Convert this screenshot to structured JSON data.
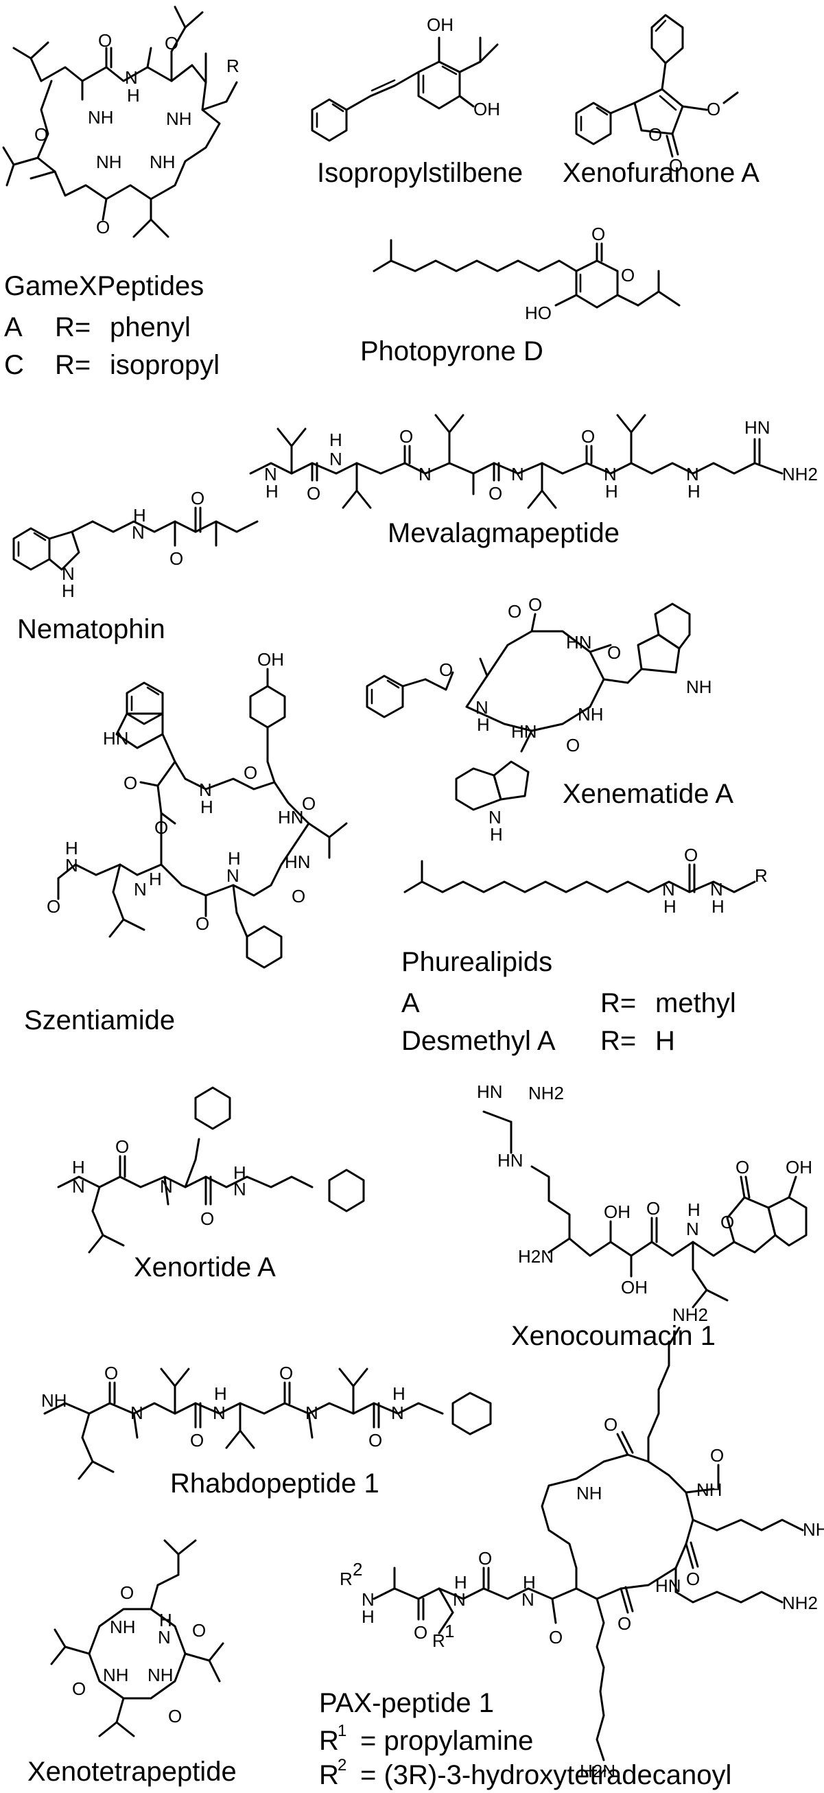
{
  "compounds": {
    "gamexpeptides": {
      "name": "GameXPeptides",
      "variants": [
        {
          "letter": "A",
          "r_label": "R=",
          "r_value": "phenyl"
        },
        {
          "letter": "C",
          "r_label": "R=",
          "r_value": "isopropyl"
        }
      ]
    },
    "isopropylstilbene": {
      "name": "Isopropylstilbene"
    },
    "xenofuranone": {
      "name": "Xenofuranone A"
    },
    "photopyrone": {
      "name": "Photopyrone D"
    },
    "mevalagmapeptide": {
      "name": "Mevalagmapeptide"
    },
    "nematophin": {
      "name": "Nematophin"
    },
    "xenematide": {
      "name": "Xenematide A"
    },
    "szentiamide": {
      "name": "Szentiamide"
    },
    "phurealipids": {
      "name": "Phurealipids",
      "variants": [
        {
          "letter": "A",
          "r_label": "R=",
          "r_value": "methyl"
        },
        {
          "letter": "Desmethyl A",
          "r_label": "R=",
          "r_value": "H"
        }
      ]
    },
    "xenortide": {
      "name": "Xenortide A"
    },
    "xenocoumacin": {
      "name": "Xenocoumacin 1"
    },
    "rhabdopeptide": {
      "name": "Rhabdopeptide 1"
    },
    "xenotetrapeptide": {
      "name": "Xenotetrapeptide"
    },
    "pax": {
      "name": "PAX-peptide 1",
      "r1": {
        "symbol": "R",
        "sup": "1",
        "eq": "= propylamine"
      },
      "r2": {
        "symbol": "R",
        "sup": "2",
        "eq": "= (3R)-3-hydroxytetradecanoyl"
      }
    }
  },
  "atoms": {
    "O": "O",
    "N": "N",
    "H": "H",
    "NH": "NH",
    "HN": "HN",
    "OH": "OH",
    "HO": "HO",
    "R": "R",
    "NH2": "NH2",
    "H2N": "H2N",
    "HN_eq": "HN",
    "R1": "R1",
    "R2": "R2"
  }
}
